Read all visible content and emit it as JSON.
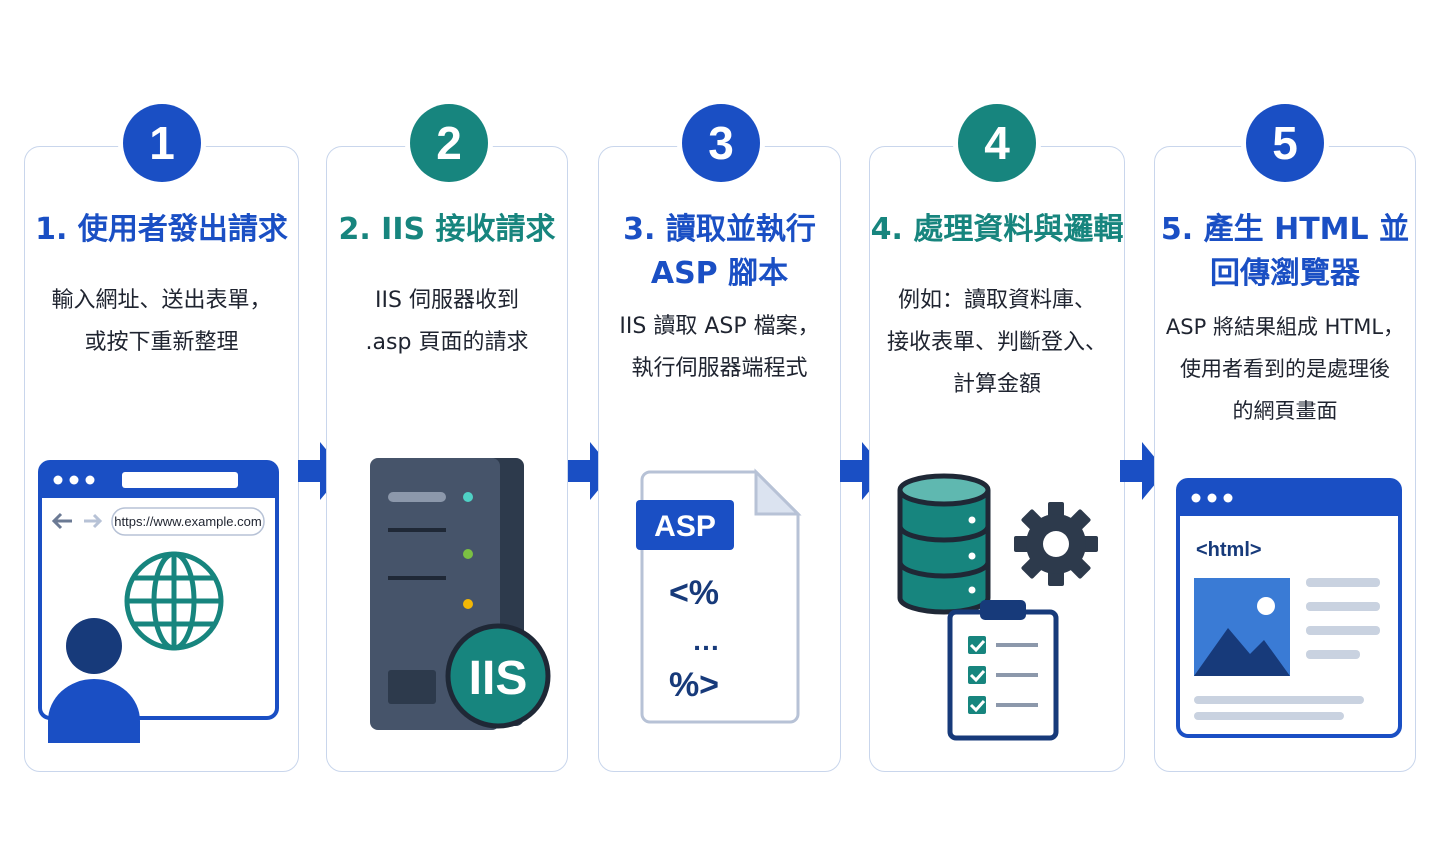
{
  "steps": [
    {
      "number": "1",
      "color": "#1a4fc4",
      "title_lines": [
        "1. 使用者發出請求"
      ],
      "desc_lines": [
        "輸入網址、送出表單，",
        "或按下重新整理"
      ],
      "url": "https://www.example.com"
    },
    {
      "number": "2",
      "color": "#17857e",
      "title_lines": [
        "2. IIS 接收請求"
      ],
      "desc_lines": [
        "IIS 伺服器收到",
        ".asp 頁面的請求"
      ],
      "server_badge": "IIS"
    },
    {
      "number": "3",
      "color": "#1a4fc4",
      "title_lines": [
        "3. 讀取並執行",
        "ASP 腳本"
      ],
      "desc_lines": [
        "IIS 讀取 ASP 檔案，",
        "執行伺服器端程式"
      ],
      "file_tag": "ASP",
      "code_lines": [
        "<%",
        "…",
        "%>"
      ]
    },
    {
      "number": "4",
      "color": "#17857e",
      "title_lines": [
        "4. 處理資料與邏輯"
      ],
      "desc_lines": [
        "例如：讀取資料庫、",
        "接收表單、判斷登入、",
        "計算金額"
      ]
    },
    {
      "number": "5",
      "color": "#1a4fc4",
      "title_lines": [
        "5. 產生 HTML 並",
        "回傳瀏覽器"
      ],
      "desc_lines": [
        "ASP 將結果組成 HTML，",
        "使用者看到的是處理後",
        "的網頁畫面"
      ],
      "html_tag": "<html>"
    }
  ],
  "colors": {
    "blue": "#1a4fc4",
    "teal": "#17857e",
    "navy": "#173a7a",
    "slate": "#3d4a5c",
    "card_border": "#c9d6ec"
  }
}
